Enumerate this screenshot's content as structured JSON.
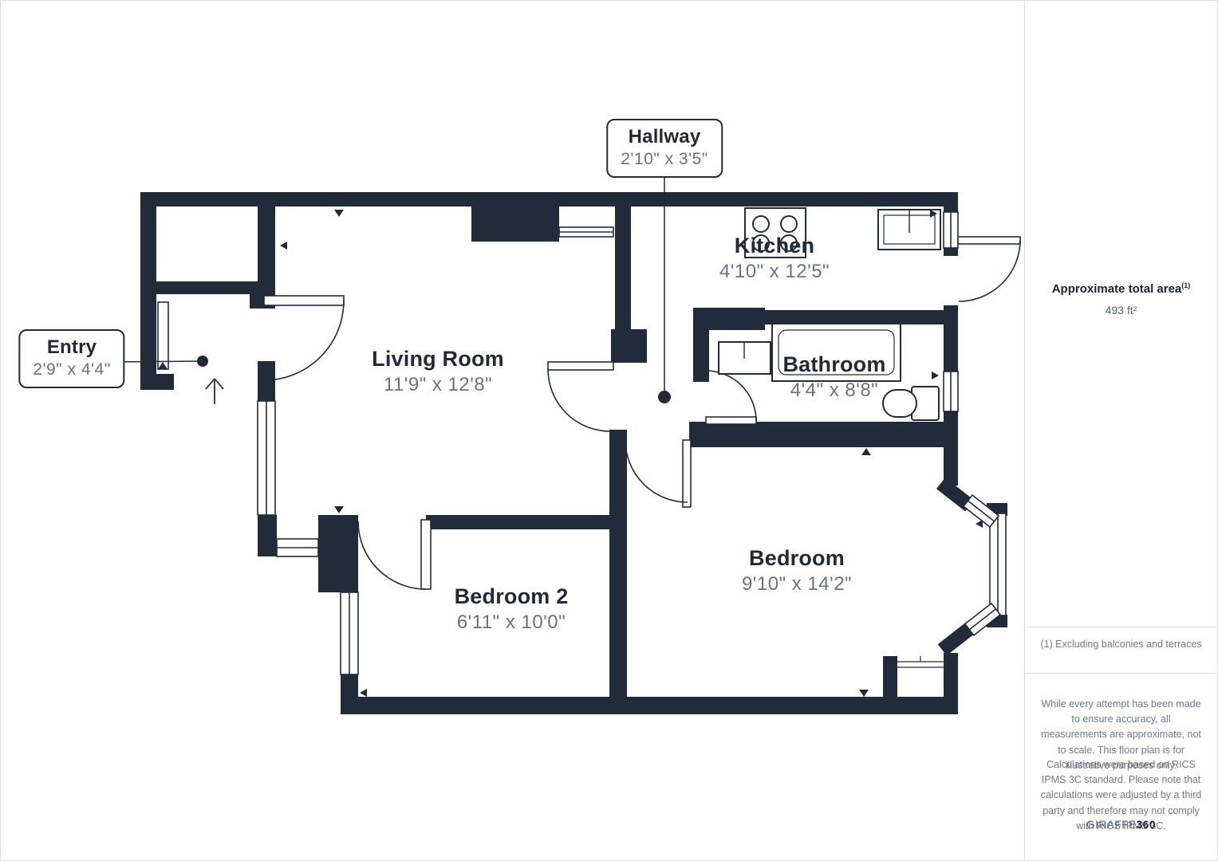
{
  "plan": {
    "rooms": {
      "living_room": {
        "name": "Living Room",
        "dims": "11'9\" x 12'8\""
      },
      "kitchen": {
        "name": "Kitchen",
        "dims": "4'10\" x 12'5\""
      },
      "bathroom": {
        "name": "Bathroom",
        "dims": "4'4\" x 8'8\""
      },
      "bedroom": {
        "name": "Bedroom",
        "dims": "9'10\" x 14'2\""
      },
      "bedroom_2": {
        "name": "Bedroom 2",
        "dims": "6'11\" x 10'0\""
      },
      "hallway": {
        "name": "Hallway",
        "dims": "2'10\" x 3'5\""
      },
      "entry": {
        "name": "Entry",
        "dims": "2'9\" x 4'4\""
      }
    }
  },
  "sidebar": {
    "area_title": "Approximate total area",
    "area_sup": "(1)",
    "area_value": "493 ft²",
    "footnote": "(1) Excluding balconies and terraces",
    "disclaimer": "While every attempt has been made to ensure accuracy, all measurements are approximate, not to scale. This floor plan is for illustrative purposes only.",
    "calculations": "Calculations were based on RICS IPMS 3C standard. Please note that calculations were adjusted by a third party and therefore may not comply with RICS IPMS 3C.",
    "brand": {
      "primary": "GIRAFFE",
      "secondary": "360"
    }
  },
  "colors": {
    "wall": "#212b3a",
    "text_dark": "#232a33",
    "text_gray": "#6a7280",
    "border_light": "#d9dde2"
  }
}
